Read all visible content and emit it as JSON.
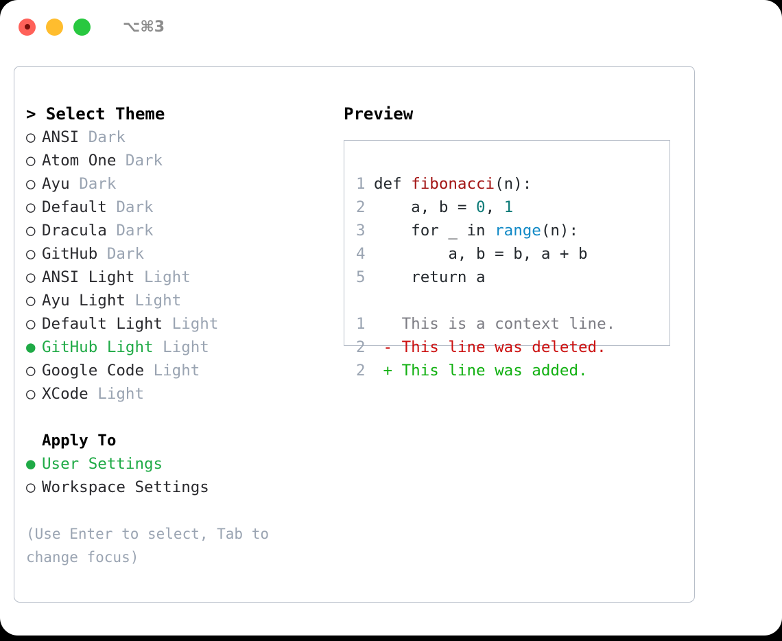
{
  "titlebar": {
    "shortcut": "⌥⌘3",
    "buttons": [
      "close",
      "minimize",
      "maximize"
    ]
  },
  "left": {
    "header": "> Select Theme",
    "themes": [
      {
        "bullet": "○",
        "name": "ANSI",
        "kind": "Dark",
        "selected": false
      },
      {
        "bullet": "○",
        "name": "Atom One",
        "kind": "Dark",
        "selected": false
      },
      {
        "bullet": "○",
        "name": "Ayu",
        "kind": "Dark",
        "selected": false
      },
      {
        "bullet": "○",
        "name": "Default",
        "kind": "Dark",
        "selected": false
      },
      {
        "bullet": "○",
        "name": "Dracula",
        "kind": "Dark",
        "selected": false
      },
      {
        "bullet": "○",
        "name": "GitHub",
        "kind": "Dark",
        "selected": false
      },
      {
        "bullet": "○",
        "name": "ANSI Light",
        "kind": "Light",
        "selected": false
      },
      {
        "bullet": "○",
        "name": "Ayu Light",
        "kind": "Light",
        "selected": false
      },
      {
        "bullet": "○",
        "name": "Default Light",
        "kind": "Light",
        "selected": false
      },
      {
        "bullet": "●",
        "name": "GitHub Light",
        "kind": "Light",
        "selected": true
      },
      {
        "bullet": "○",
        "name": "Google Code",
        "kind": "Light",
        "selected": false
      },
      {
        "bullet": "○",
        "name": "XCode",
        "kind": "Light",
        "selected": false
      }
    ],
    "apply_to": {
      "title": "Apply To",
      "options": [
        {
          "bullet": "●",
          "name": "User Settings",
          "selected": true
        },
        {
          "bullet": "○",
          "name": "Workspace Settings",
          "selected": false
        }
      ]
    },
    "hint": "(Use Enter to select, Tab to change focus)"
  },
  "right": {
    "title": "Preview",
    "code_lines": [
      {
        "ln": "1",
        "segments": [
          {
            "t": "def ",
            "c": "plain"
          },
          {
            "t": "fibonacci",
            "c": "fn"
          },
          {
            "t": "(n):",
            "c": "plain"
          }
        ]
      },
      {
        "ln": "2",
        "segments": [
          {
            "t": "    a, b = ",
            "c": "plain"
          },
          {
            "t": "0",
            "c": "num"
          },
          {
            "t": ", ",
            "c": "plain"
          },
          {
            "t": "1",
            "c": "num"
          }
        ]
      },
      {
        "ln": "3",
        "segments": [
          {
            "t": "    for _ in ",
            "c": "plain"
          },
          {
            "t": "range",
            "c": "blue"
          },
          {
            "t": "(n):",
            "c": "plain"
          }
        ]
      },
      {
        "ln": "4",
        "segments": [
          {
            "t": "        a, b = b, a + b",
            "c": "plain"
          }
        ]
      },
      {
        "ln": "5",
        "segments": [
          {
            "t": "    return a",
            "c": "plain"
          }
        ]
      }
    ],
    "diff_lines": [
      {
        "ln": "1",
        "marker": " ",
        "text": "This is a context line.",
        "kind": "context"
      },
      {
        "ln": "2",
        "marker": "-",
        "text": "This line was deleted.",
        "kind": "del"
      },
      {
        "ln": "2",
        "marker": "+",
        "text": "This line was added.",
        "kind": "add"
      }
    ]
  },
  "colors": {
    "accent_green": "#1faa46",
    "muted": "#9aa4b2",
    "border": "#b6bdc8",
    "code_fn_red": "#a31515",
    "code_num_teal": "#0b7a77",
    "code_blue": "#1189c6",
    "diff_del_red": "#cc1111",
    "diff_add_green": "#11b011",
    "light_red": "#ff6159",
    "light_yellow": "#ffbd2e",
    "light_green": "#28c840"
  }
}
